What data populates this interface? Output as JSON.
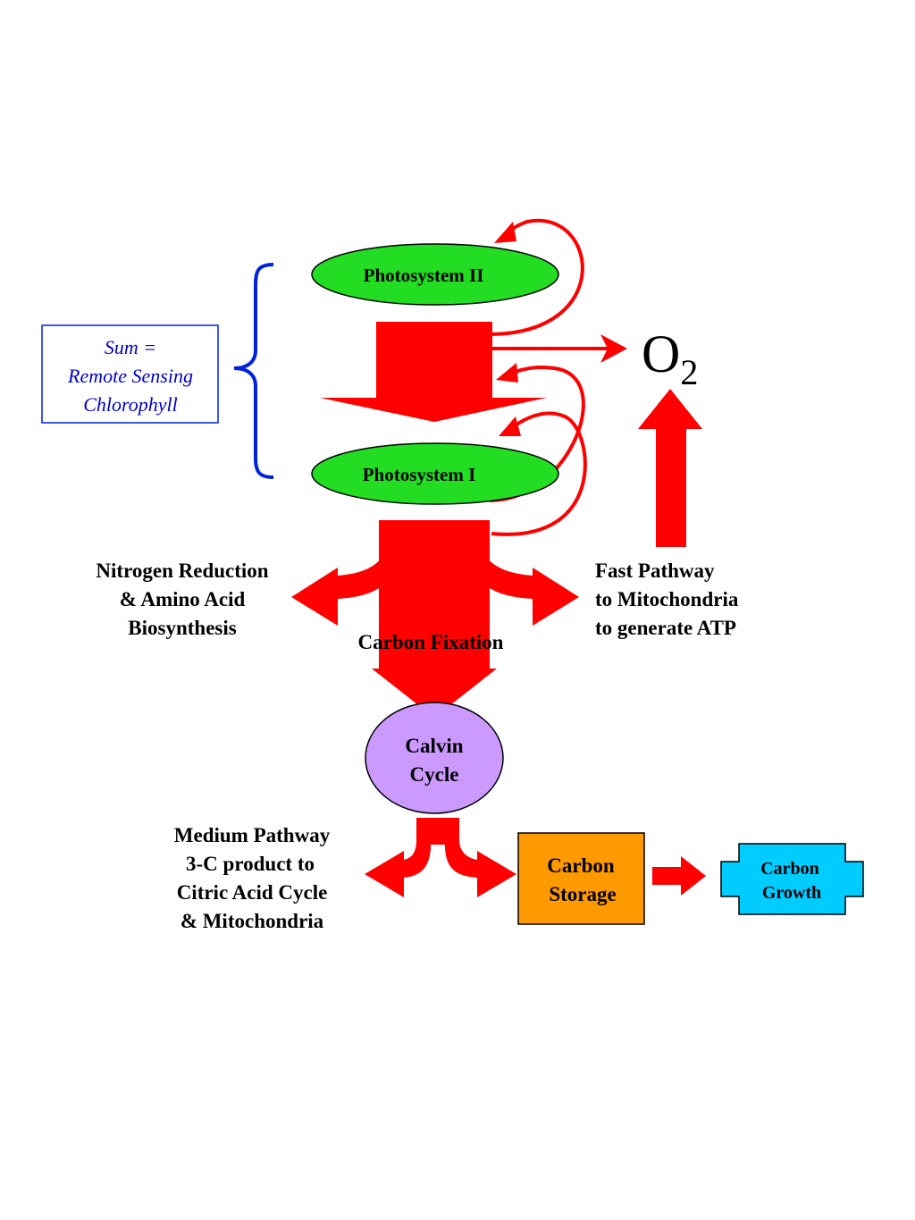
{
  "nodes": {
    "photosystem_ii": "Photosystem II",
    "photosystem_i": "Photosystem I",
    "calvin_cycle": [
      "Calvin",
      "Cycle"
    ],
    "carbon_storage": [
      "Carbon",
      "Storage"
    ],
    "carbon_growth": [
      "Carbon",
      "Growth"
    ]
  },
  "sum_box": {
    "lines": [
      "Sum =",
      "Remote Sensing",
      "Chlorophyll"
    ]
  },
  "oxygen": {
    "symbol": "O",
    "subscript": "2"
  },
  "labels": {
    "nitrogen": [
      "Nitrogen Reduction",
      "& Amino Acid",
      "Biosynthesis"
    ],
    "fast_pathway": [
      "Fast Pathway",
      "to Mitochondria",
      "to generate ATP"
    ],
    "carbon_fixation": "Carbon Fixation",
    "medium_pathway": [
      "Medium Pathway",
      "3-C product to",
      "Citric Acid Cycle",
      "& Mitochondria"
    ]
  },
  "colors": {
    "arrow": "#ff0000",
    "photosystem_fill": "#22dd22",
    "calvin_fill": "#cc99ff",
    "storage_fill": "#ff9900",
    "growth_fill": "#00ccff",
    "sum_text": "#0000cc",
    "brace": "#0022dd"
  }
}
